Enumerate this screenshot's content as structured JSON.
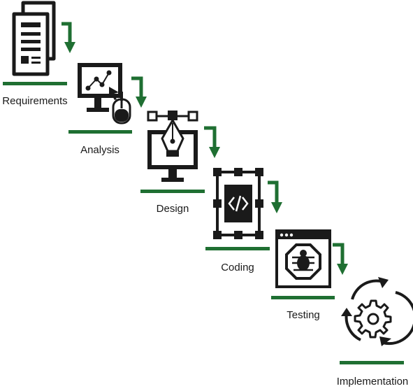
{
  "diagram": {
    "type": "waterfall-process",
    "colors": {
      "icon": "#1a1a1a",
      "accent": "#1f6f32",
      "background": "#ffffff"
    },
    "steps": [
      {
        "label": "Requirements",
        "icon": "documents-icon"
      },
      {
        "label": "Analysis",
        "icon": "computer-analysis-icon"
      },
      {
        "label": "Design",
        "icon": "pen-tool-monitor-icon"
      },
      {
        "label": "Coding",
        "icon": "code-window-icon"
      },
      {
        "label": "Testing",
        "icon": "bug-window-icon"
      },
      {
        "label": "Implementation",
        "icon": "gear-cycle-icon"
      }
    ]
  }
}
